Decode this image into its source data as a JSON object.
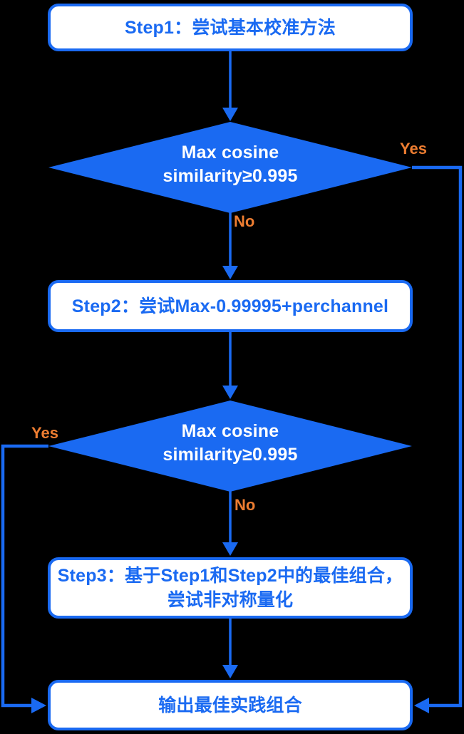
{
  "colors": {
    "blue": "#1a6af2",
    "orange": "#ed7d31",
    "box_fill": "#ffffff",
    "background": "#000000"
  },
  "nodes": {
    "step1": {
      "label": "Step1：尝试基本校准方法"
    },
    "decision1": {
      "line1": "Max cosine",
      "line2": "similarity≥0.995"
    },
    "step2": {
      "label": "Step2：尝试Max-0.99995+perchannel"
    },
    "decision2": {
      "line1": "Max cosine",
      "line2": "similarity≥0.995"
    },
    "step3": {
      "line1": "Step3：基于Step1和Step2中的最佳组合，",
      "line2": "尝试非对称量化"
    },
    "output": {
      "label": "输出最佳实践组合"
    }
  },
  "edges": {
    "decision1_yes": {
      "label": "Yes"
    },
    "decision1_no": {
      "label": "No"
    },
    "decision2_yes": {
      "label": "Yes"
    },
    "decision2_no": {
      "label": "No"
    }
  }
}
